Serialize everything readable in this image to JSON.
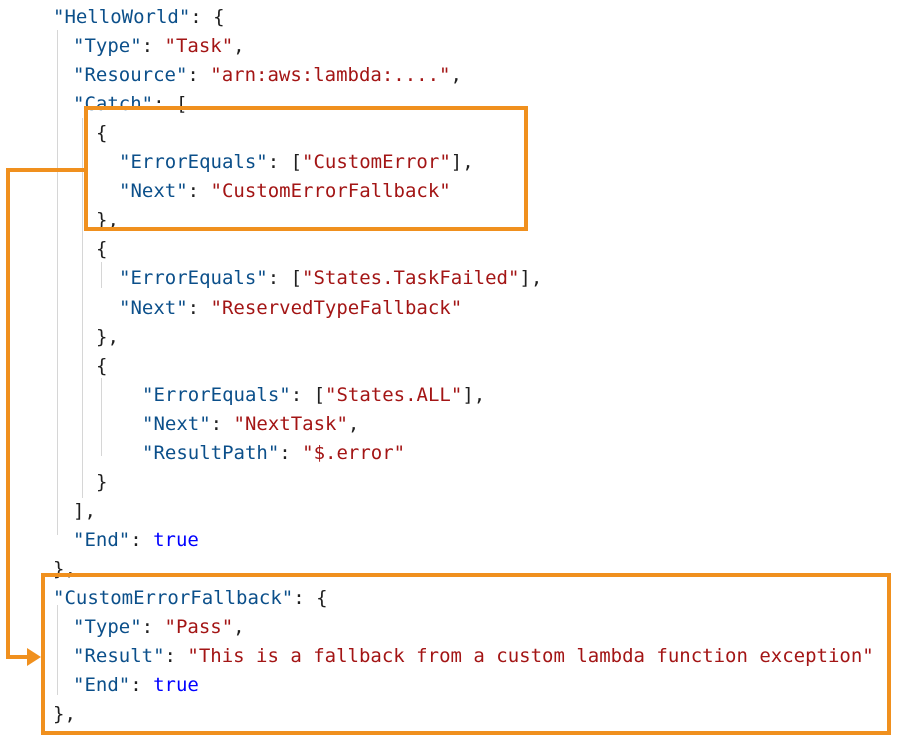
{
  "lines": [
    {
      "indent": 53,
      "tokens": [
        {
          "c": "k",
          "t": "\"HelloWorld\""
        },
        {
          "c": "p",
          "t": ": {"
        }
      ]
    },
    {
      "indent": 73,
      "tokens": [
        {
          "c": "k",
          "t": "\"Type\""
        },
        {
          "c": "p",
          "t": ": "
        },
        {
          "c": "s",
          "t": "\"Task\""
        },
        {
          "c": "p",
          "t": ","
        }
      ]
    },
    {
      "indent": 73,
      "tokens": [
        {
          "c": "k",
          "t": "\"Resource\""
        },
        {
          "c": "p",
          "t": ": "
        },
        {
          "c": "s",
          "t": "\"arn:aws:lambda:....\""
        },
        {
          "c": "p",
          "t": ","
        }
      ]
    },
    {
      "indent": 73,
      "tokens": [
        {
          "c": "k",
          "t": "\"Catch\""
        },
        {
          "c": "p",
          "t": ": ["
        }
      ]
    },
    {
      "indent": 96,
      "tokens": [
        {
          "c": "p",
          "t": "{"
        }
      ]
    },
    {
      "indent": 119,
      "tokens": [
        {
          "c": "k",
          "t": "\"ErrorEquals\""
        },
        {
          "c": "p",
          "t": ": ["
        },
        {
          "c": "s",
          "t": "\"CustomError\""
        },
        {
          "c": "p",
          "t": "],"
        }
      ]
    },
    {
      "indent": 119,
      "tokens": [
        {
          "c": "k",
          "t": "\"Next\""
        },
        {
          "c": "p",
          "t": ": "
        },
        {
          "c": "s",
          "t": "\"CustomErrorFallback\""
        }
      ]
    },
    {
      "indent": 96,
      "tokens": [
        {
          "c": "p",
          "t": "},"
        }
      ]
    },
    {
      "indent": 96,
      "tokens": [
        {
          "c": "p",
          "t": "{"
        }
      ]
    },
    {
      "indent": 119,
      "tokens": [
        {
          "c": "k",
          "t": "\"ErrorEquals\""
        },
        {
          "c": "p",
          "t": ": ["
        },
        {
          "c": "s",
          "t": "\"States.TaskFailed\""
        },
        {
          "c": "p",
          "t": "],"
        }
      ]
    },
    {
      "indent": 119,
      "tokens": [
        {
          "c": "k",
          "t": "\"Next\""
        },
        {
          "c": "p",
          "t": ": "
        },
        {
          "c": "s",
          "t": "\"ReservedTypeFallback\""
        }
      ]
    },
    {
      "indent": 96,
      "tokens": [
        {
          "c": "p",
          "t": "},"
        }
      ]
    },
    {
      "indent": 96,
      "tokens": [
        {
          "c": "p",
          "t": "{"
        }
      ]
    },
    {
      "indent": 142,
      "tokens": [
        {
          "c": "k",
          "t": "\"ErrorEquals\""
        },
        {
          "c": "p",
          "t": ": ["
        },
        {
          "c": "s",
          "t": "\"States.ALL\""
        },
        {
          "c": "p",
          "t": "],"
        }
      ]
    },
    {
      "indent": 142,
      "tokens": [
        {
          "c": "k",
          "t": "\"Next\""
        },
        {
          "c": "p",
          "t": ": "
        },
        {
          "c": "s",
          "t": "\"NextTask\""
        },
        {
          "c": "p",
          "t": ","
        }
      ]
    },
    {
      "indent": 142,
      "tokens": [
        {
          "c": "k",
          "t": "\"ResultPath\""
        },
        {
          "c": "p",
          "t": ": "
        },
        {
          "c": "s",
          "t": "\"$.error\""
        }
      ]
    },
    {
      "indent": 96,
      "tokens": [
        {
          "c": "p",
          "t": "}"
        }
      ]
    },
    {
      "indent": 73,
      "tokens": [
        {
          "c": "p",
          "t": "],"
        }
      ]
    },
    {
      "indent": 73,
      "tokens": [
        {
          "c": "k",
          "t": "\"End\""
        },
        {
          "c": "p",
          "t": ": "
        },
        {
          "c": "b",
          "t": "true"
        }
      ]
    },
    {
      "indent": 53,
      "tokens": [
        {
          "c": "p",
          "t": "},"
        }
      ]
    },
    {
      "indent": 53,
      "tokens": [
        {
          "c": "k",
          "t": "\"CustomErrorFallback\""
        },
        {
          "c": "p",
          "t": ": {"
        }
      ]
    },
    {
      "indent": 73,
      "tokens": [
        {
          "c": "k",
          "t": "\"Type\""
        },
        {
          "c": "p",
          "t": ": "
        },
        {
          "c": "s",
          "t": "\"Pass\""
        },
        {
          "c": "p",
          "t": ","
        }
      ]
    },
    {
      "indent": 73,
      "tokens": [
        {
          "c": "k",
          "t": "\"Result\""
        },
        {
          "c": "p",
          "t": ": "
        },
        {
          "c": "s",
          "t": "\"This is a fallback from a custom lambda function exception\""
        }
      ]
    },
    {
      "indent": 73,
      "tokens": [
        {
          "c": "k",
          "t": "\"End\""
        },
        {
          "c": "p",
          "t": ": "
        },
        {
          "c": "b",
          "t": "true"
        }
      ]
    },
    {
      "indent": 53,
      "tokens": [
        {
          "c": "p",
          "t": "},"
        }
      ]
    }
  ],
  "colors": {
    "key": "#0b4f8a",
    "string": "#a31515",
    "boolean": "#0000ff",
    "punctuation": "#1f1f1f",
    "highlight": "#f0901e"
  }
}
